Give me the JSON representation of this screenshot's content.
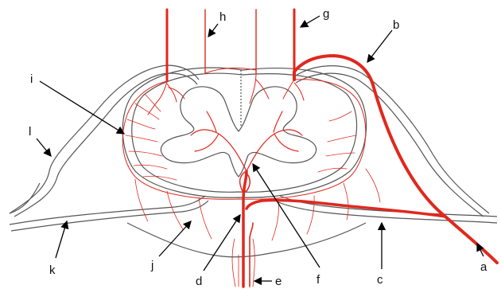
{
  "diagram": {
    "labels": [
      "a",
      "b",
      "c",
      "d",
      "e",
      "f",
      "g",
      "h",
      "i",
      "j",
      "k",
      "l"
    ],
    "colors": {
      "vessel": "#e0281e",
      "outline": "#555555",
      "text": "#111111",
      "background": "#ffffff"
    }
  }
}
